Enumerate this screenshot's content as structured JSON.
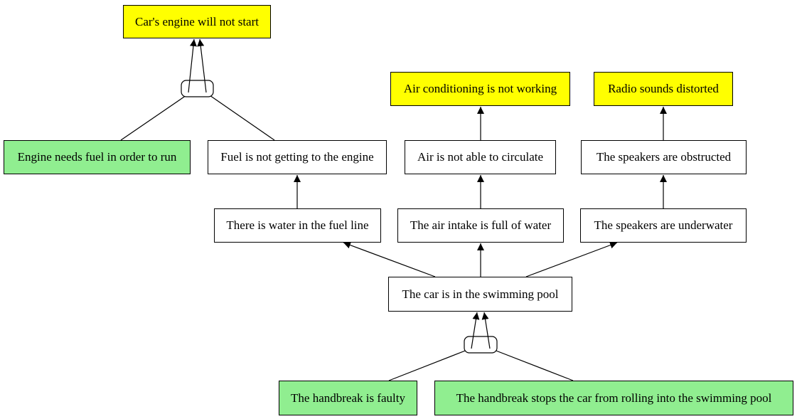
{
  "colors": {
    "effect_fill": "#ffff00",
    "cause_fill": "#90ee90",
    "intermediate_fill": "#ffffff",
    "stroke": "#000000"
  },
  "nodes": {
    "engine_wont_start": "Car's engine will not start",
    "ac_not_working": "Air conditioning is not working",
    "radio_distorted": "Radio sounds distorted",
    "engine_needs_fuel": "Engine needs fuel in order to run",
    "fuel_not_getting": "Fuel is not getting to the engine",
    "air_cannot_circulate": "Air is not able to circulate",
    "speakers_obstructed": "The speakers are obstructed",
    "water_in_fuel_line": "There is water in the fuel line",
    "air_intake_water": "The air intake is full of water",
    "speakers_underwater": "The speakers are underwater",
    "car_in_pool": "The car is in the swimming pool",
    "handbreak_faulty": "The handbreak is faulty",
    "handbreak_stops_car": "The handbreak stops the car from rolling into the swimming pool"
  },
  "edges": [
    {
      "from": "fuel_not_getting",
      "to": "engine_wont_start",
      "joined": true
    },
    {
      "from": "engine_needs_fuel",
      "to": "engine_wont_start",
      "joined": true
    },
    {
      "from": "air_cannot_circulate",
      "to": "ac_not_working"
    },
    {
      "from": "speakers_obstructed",
      "to": "radio_distorted"
    },
    {
      "from": "water_in_fuel_line",
      "to": "fuel_not_getting"
    },
    {
      "from": "air_intake_water",
      "to": "air_cannot_circulate"
    },
    {
      "from": "speakers_underwater",
      "to": "speakers_obstructed"
    },
    {
      "from": "car_in_pool",
      "to": "water_in_fuel_line"
    },
    {
      "from": "car_in_pool",
      "to": "air_intake_water"
    },
    {
      "from": "car_in_pool",
      "to": "speakers_underwater"
    },
    {
      "from": "handbreak_faulty",
      "to": "car_in_pool",
      "joined": true
    },
    {
      "from": "handbreak_stops_car",
      "to": "car_in_pool",
      "joined": true
    }
  ]
}
